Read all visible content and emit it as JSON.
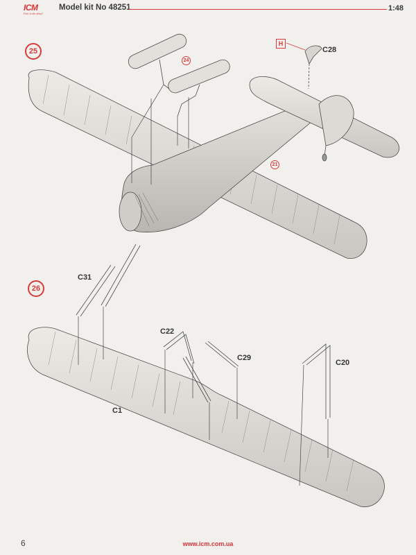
{
  "header": {
    "logo": "ICM",
    "logo_tagline": "Fine in the detail",
    "kit_number": "Model kit No 48251",
    "scale": "1:48"
  },
  "steps": {
    "step_25": {
      "number": "25",
      "subref_24": "24",
      "subref_21": "21",
      "part_box": "H",
      "part_c28": "C28"
    },
    "step_26": {
      "number": "26",
      "parts": {
        "c31": "C31",
        "c22": "C22",
        "c29": "C29",
        "c20": "C20",
        "c1": "C1"
      }
    }
  },
  "colors": {
    "accent": "#d9343a",
    "line": "#555555",
    "paper": "#f1f0ec"
  },
  "footer": {
    "page_number": "6",
    "url": "www.icm.com.ua"
  }
}
